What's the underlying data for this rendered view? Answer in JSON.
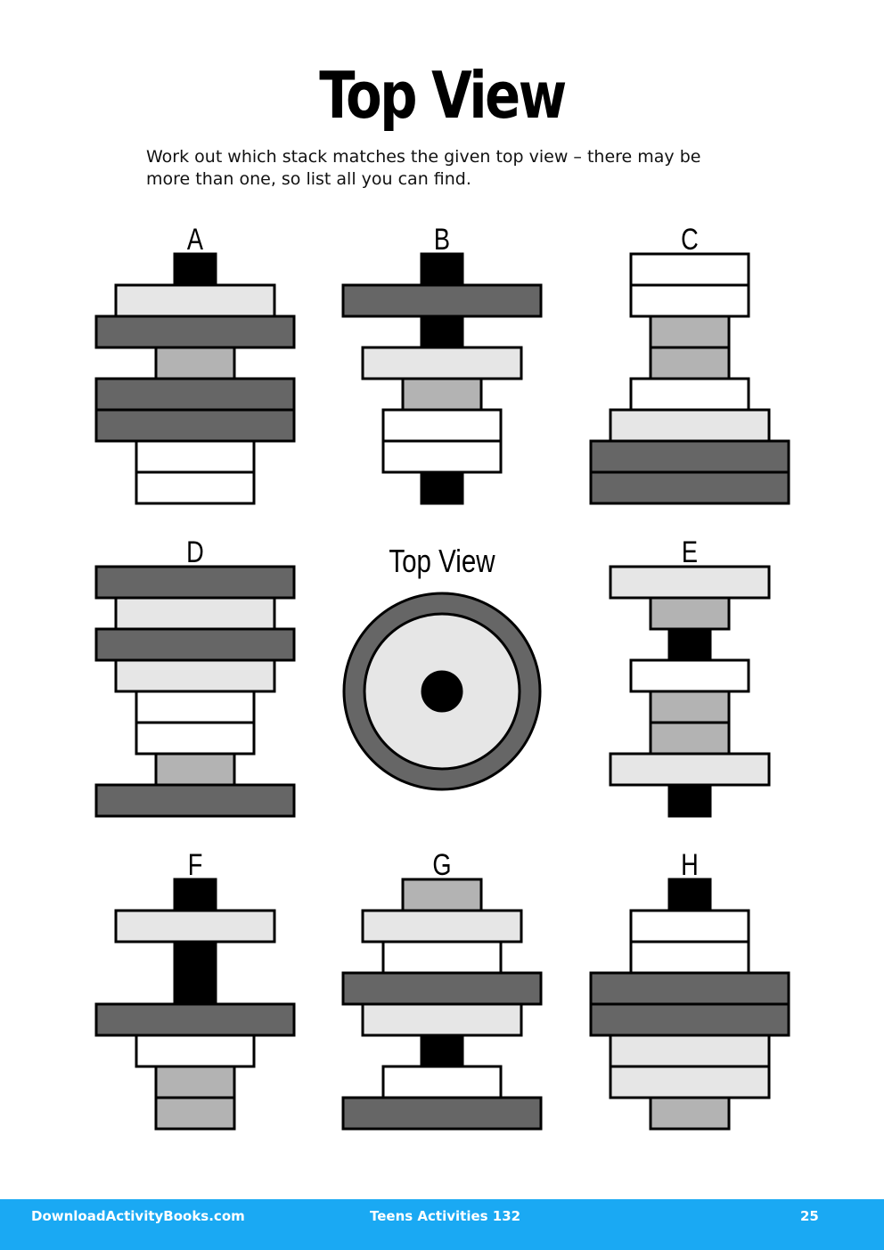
{
  "page": {
    "title": "Top View",
    "instructions_line1": "Work out which stack matches the given top view – there may be",
    "instructions_line2": "more than one, so list all you can find."
  },
  "colors": {
    "black": "#000000",
    "dark_gray": "#666666",
    "mid_gray": "#b3b3b3",
    "light_gray": "#e6e6e6",
    "white": "#ffffff",
    "footer": "#1aa9f3"
  },
  "top_view": {
    "label": "Top View",
    "rings_outer_to_inner": [
      "dark_gray",
      "light_gray",
      "black"
    ]
  },
  "stacks": [
    {
      "label": "A",
      "layers": [
        [
          "black",
          "xs"
        ],
        [
          "light_gray",
          "l"
        ],
        [
          "dark_gray",
          "xl"
        ],
        [
          "mid_gray",
          "s"
        ],
        [
          "dark_gray",
          "xl"
        ],
        [
          "dark_gray",
          "xl"
        ],
        [
          "white",
          "m"
        ],
        [
          "white",
          "m"
        ]
      ]
    },
    {
      "label": "B",
      "layers": [
        [
          "black",
          "xs"
        ],
        [
          "dark_gray",
          "xl"
        ],
        [
          "black",
          "xs"
        ],
        [
          "light_gray",
          "l"
        ],
        [
          "mid_gray",
          "s"
        ],
        [
          "white",
          "m"
        ],
        [
          "white",
          "m"
        ],
        [
          "black",
          "xs"
        ]
      ]
    },
    {
      "label": "C",
      "layers": [
        [
          "white",
          "m"
        ],
        [
          "white",
          "m"
        ],
        [
          "mid_gray",
          "s"
        ],
        [
          "mid_gray",
          "s"
        ],
        [
          "white",
          "m"
        ],
        [
          "light_gray",
          "l"
        ],
        [
          "dark_gray",
          "xl"
        ],
        [
          "dark_gray",
          "xl"
        ]
      ]
    },
    {
      "label": "D",
      "layers": [
        [
          "dark_gray",
          "xl"
        ],
        [
          "light_gray",
          "l"
        ],
        [
          "dark_gray",
          "xl"
        ],
        [
          "light_gray",
          "l"
        ],
        [
          "white",
          "m"
        ],
        [
          "white",
          "m"
        ],
        [
          "mid_gray",
          "s"
        ],
        [
          "dark_gray",
          "xl"
        ]
      ]
    },
    {
      "label": "E",
      "layers": [
        [
          "light_gray",
          "l"
        ],
        [
          "mid_gray",
          "s"
        ],
        [
          "black",
          "xs"
        ],
        [
          "white",
          "m"
        ],
        [
          "mid_gray",
          "s"
        ],
        [
          "mid_gray",
          "s"
        ],
        [
          "light_gray",
          "l"
        ],
        [
          "black",
          "xs"
        ]
      ]
    },
    {
      "label": "F",
      "layers": [
        [
          "black",
          "xs"
        ],
        [
          "light_gray",
          "l"
        ],
        [
          "black",
          "xs"
        ],
        [
          "black",
          "xs"
        ],
        [
          "dark_gray",
          "xl"
        ],
        [
          "white",
          "m"
        ],
        [
          "mid_gray",
          "s"
        ],
        [
          "mid_gray",
          "s"
        ]
      ]
    },
    {
      "label": "G",
      "layers": [
        [
          "mid_gray",
          "s"
        ],
        [
          "light_gray",
          "l"
        ],
        [
          "white",
          "m"
        ],
        [
          "dark_gray",
          "xl"
        ],
        [
          "light_gray",
          "l"
        ],
        [
          "black",
          "xs"
        ],
        [
          "white",
          "m"
        ],
        [
          "dark_gray",
          "xl"
        ]
      ]
    },
    {
      "label": "H",
      "layers": [
        [
          "black",
          "xs"
        ],
        [
          "white",
          "m"
        ],
        [
          "white",
          "m"
        ],
        [
          "dark_gray",
          "xl"
        ],
        [
          "dark_gray",
          "xl"
        ],
        [
          "light_gray",
          "l"
        ],
        [
          "light_gray",
          "l"
        ],
        [
          "mid_gray",
          "s"
        ]
      ]
    }
  ],
  "footer": {
    "website": "DownloadActivityBooks.com",
    "book": "Teens Activities 132",
    "page_number": "25"
  }
}
